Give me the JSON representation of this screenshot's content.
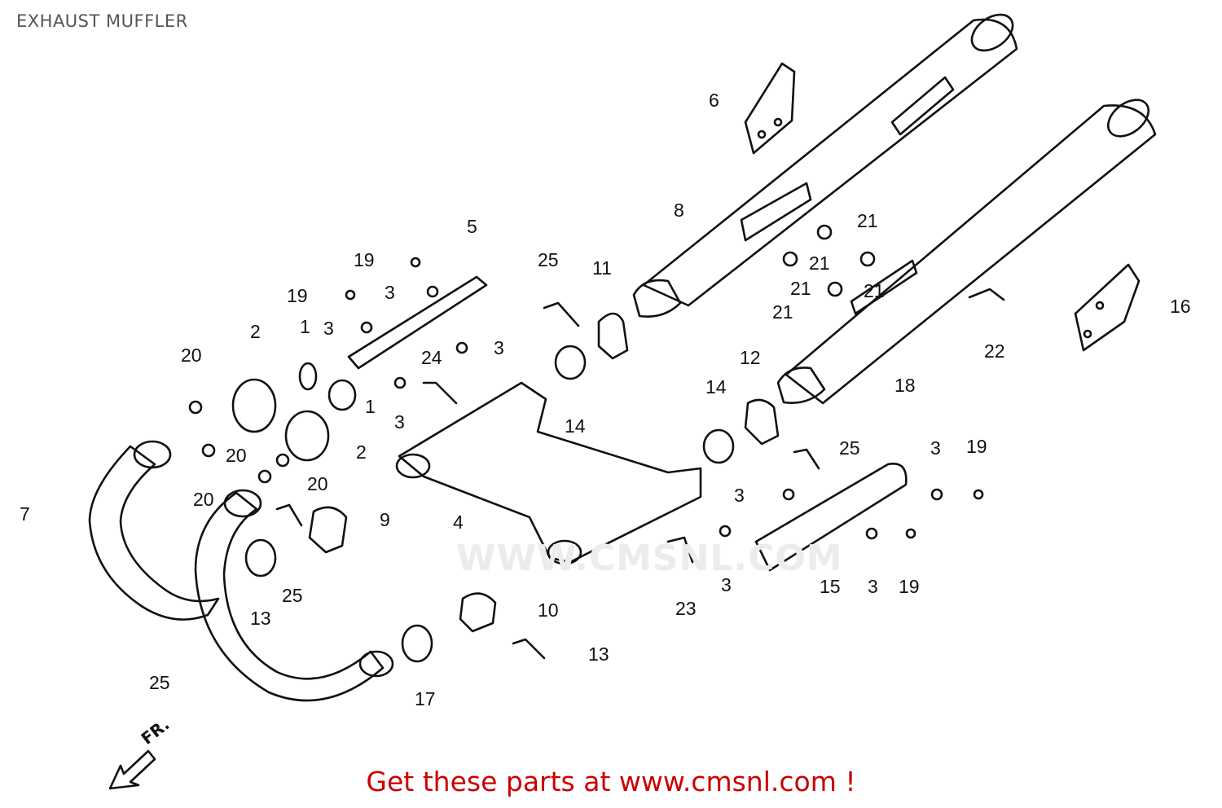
{
  "title": "EXHAUST MUFFLER",
  "watermark": "WWW.CMSNL.COM",
  "direction_label": "FR.",
  "footer": "Get these parts at www.cmsnl.com !",
  "callouts": [
    "6",
    "8",
    "5",
    "19",
    "19",
    "3",
    "3",
    "3",
    "25",
    "11",
    "21",
    "21",
    "21",
    "21",
    "21",
    "16",
    "22",
    "20",
    "2",
    "1",
    "1",
    "24",
    "3",
    "14",
    "12",
    "14",
    "18",
    "20",
    "2",
    "20",
    "20",
    "7",
    "9",
    "25",
    "13",
    "4",
    "3",
    "23",
    "3",
    "15",
    "3",
    "19",
    "3",
    "19",
    "10",
    "25",
    "17",
    "13",
    "25"
  ]
}
